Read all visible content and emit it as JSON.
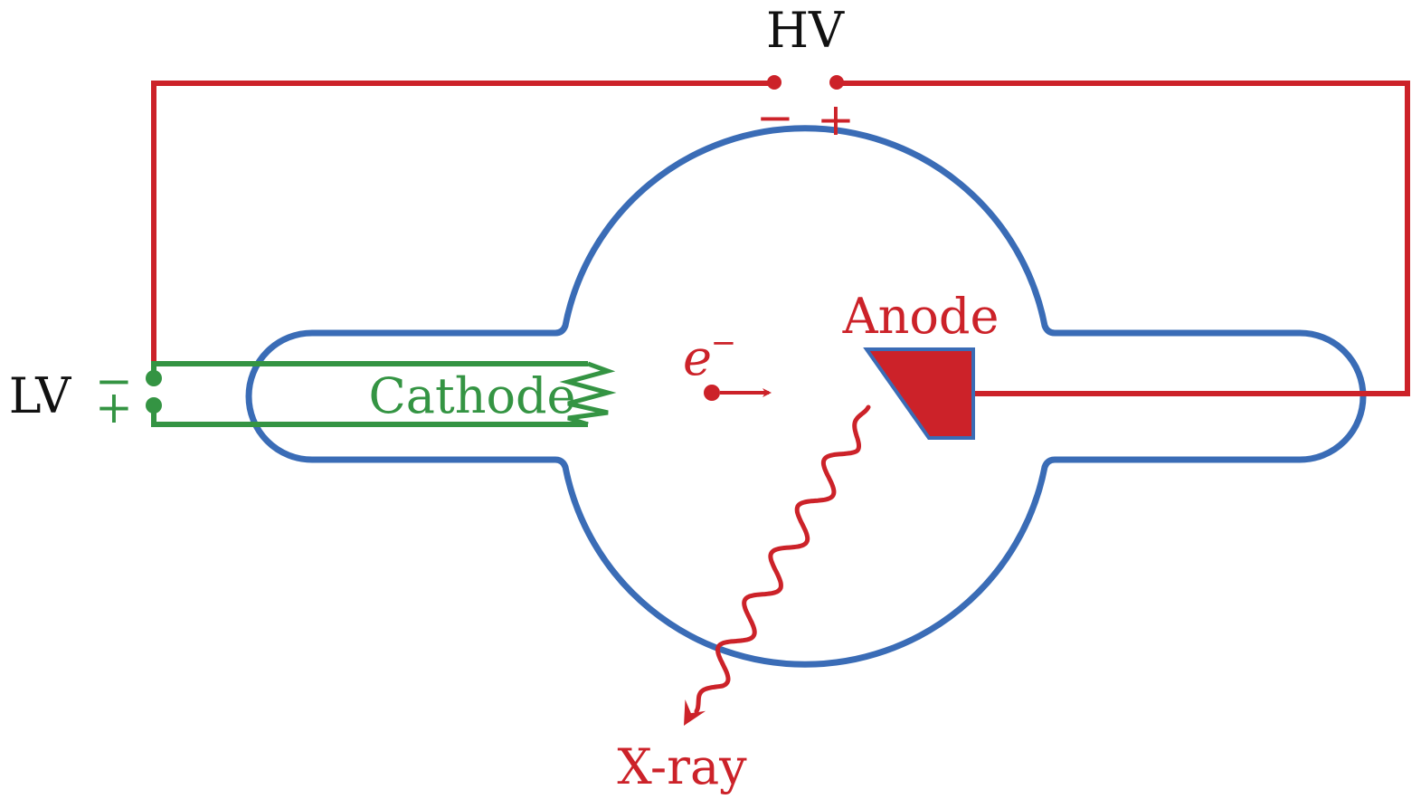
{
  "labels": {
    "hv": "HV",
    "hv_minus": "−",
    "hv_plus": "+",
    "lv": "LV",
    "lv_minus": "−",
    "lv_plus": "+",
    "cathode": "Cathode",
    "anode": "Anode",
    "electron": "e",
    "electron_charge": "−",
    "xray": "X-ray"
  },
  "colors": {
    "tube": "#3a6cb6",
    "hv_circuit": "#cc2229",
    "lv_circuit": "#349443",
    "text": "#111111"
  }
}
